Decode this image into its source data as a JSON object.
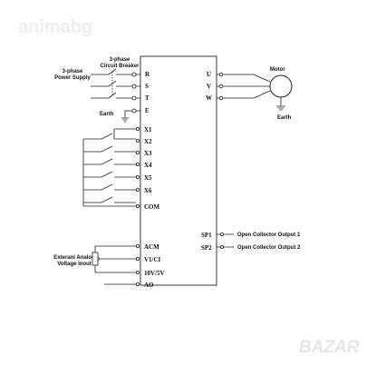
{
  "watermark_top": "animabg",
  "watermark_bottom": "BAZAR",
  "labels": {
    "breaker": [
      "3-phase",
      "Circuit Breaker"
    ],
    "power_supply": [
      "3-phase",
      "Power Supply"
    ],
    "earth_left": "Earth",
    "motor": "Motor",
    "earth_right": "Earth",
    "analog": [
      "Exterani Analog",
      "Voltage Inout"
    ],
    "sp1_desc": "Open Collector Output 1",
    "sp2_desc": "Open Collector Output 2"
  },
  "terminals": {
    "power_inputs": [
      "R",
      "S",
      "T"
    ],
    "earth": "E",
    "digital_inputs": [
      "X1",
      "X2",
      "X3",
      "X4",
      "X5",
      "X6"
    ],
    "com": "COM",
    "analog": [
      "ACM",
      "V1/CI",
      "10V/5V",
      "AO"
    ],
    "outputs": [
      "U",
      "V",
      "W"
    ],
    "sp": [
      "SP1",
      "SP2"
    ]
  }
}
